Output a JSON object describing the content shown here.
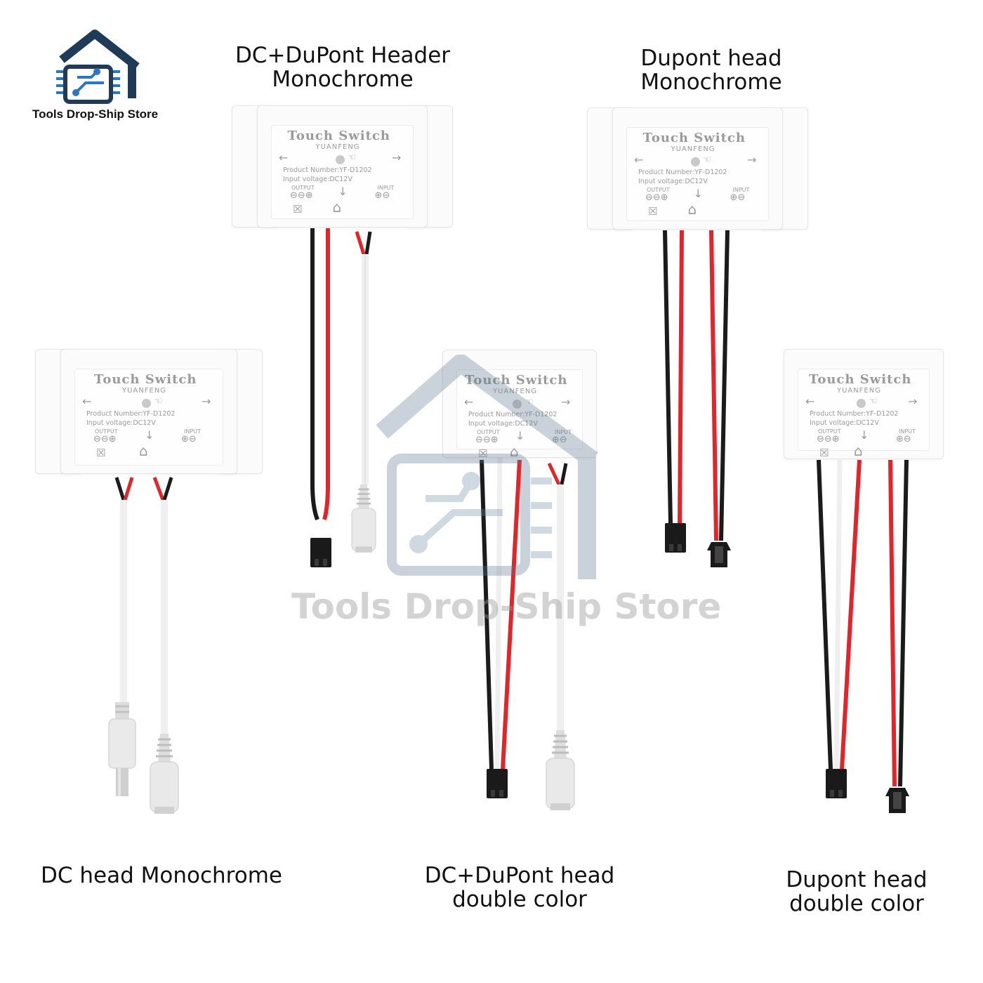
{
  "brand": {
    "name": "Tools Drop-Ship Store",
    "colors": {
      "roof": "#1f3b57",
      "circuit": "#2a78c2"
    }
  },
  "watermark": {
    "text": "Tools Drop-Ship Store"
  },
  "device_label": {
    "title": "Touch Switch",
    "maker": "YUANFENG",
    "product_number": "Product Number:YF-D1202",
    "input_voltage": "Input voltage:DC12V",
    "output": "OUTPUT",
    "input": "INPUT"
  },
  "variants": [
    {
      "id": "v1",
      "caption_lines": [
        "DC+DuPont Header",
        "Monochrome"
      ]
    },
    {
      "id": "v2",
      "caption_lines": [
        "Dupont head",
        "Monochrome"
      ]
    },
    {
      "id": "v3",
      "caption_lines": [
        "DC head Monochrome"
      ]
    },
    {
      "id": "v4",
      "caption_lines": [
        "DC+DuPont head",
        "double color"
      ]
    },
    {
      "id": "v5",
      "caption_lines": [
        "Dupont head",
        "double color"
      ]
    }
  ],
  "colors": {
    "wire_red": "#e0262b",
    "wire_black": "#1b1b1b",
    "wire_white": "#efefef",
    "text": "#111111"
  }
}
